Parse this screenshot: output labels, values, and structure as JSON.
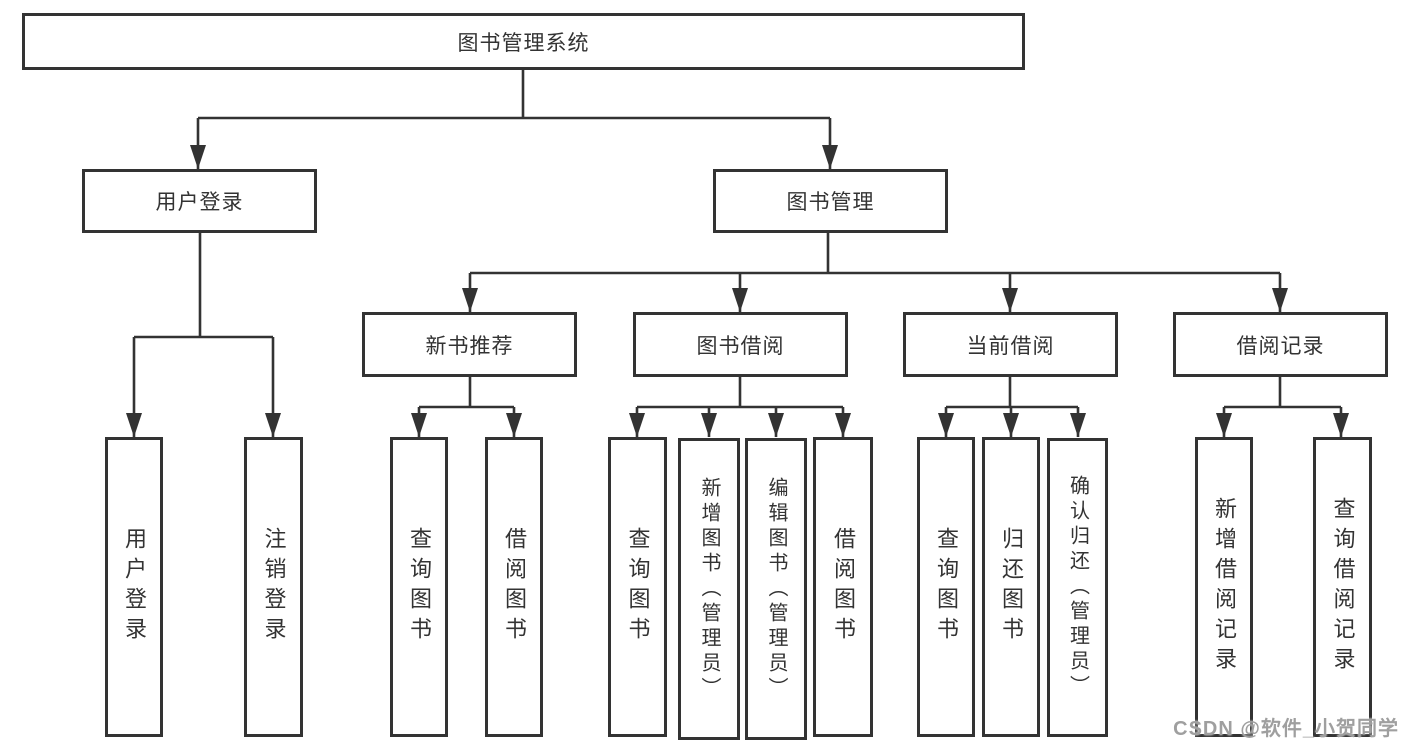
{
  "diagram": {
    "type": "tree-structure-chart",
    "nodes": {
      "root": {
        "label": "图书管理系统"
      },
      "user_login": {
        "label": "用户登录"
      },
      "book_management": {
        "label": "图书管理"
      },
      "new_book_recommend": {
        "label": "新书推荐"
      },
      "book_borrowing": {
        "label": "图书借阅"
      },
      "current_borrowing": {
        "label": "当前借阅"
      },
      "borrowing_records": {
        "label": "借阅记录"
      },
      "leaf_user_login": {
        "label": "用户登录"
      },
      "leaf_logout_login": {
        "label": "注销登录"
      },
      "leaf_query_books_recommend": {
        "label": "查询图书"
      },
      "leaf_borrow_books_recommend": {
        "label": "借阅图书"
      },
      "leaf_query_books_borrowing": {
        "label": "查询图书"
      },
      "leaf_add_books_admin": {
        "label": "新增图书（管理员）"
      },
      "leaf_edit_books_admin": {
        "label": "编辑图书（管理员）"
      },
      "leaf_borrow_books_borrowing": {
        "label": "借阅图书"
      },
      "leaf_query_books_current": {
        "label": "查询图书"
      },
      "leaf_return_books": {
        "label": "归还图书"
      },
      "leaf_confirm_return_admin": {
        "label": "确认归还（管理员）"
      },
      "leaf_add_borrow_record": {
        "label": "新增借阅记录"
      },
      "leaf_query_borrow_record": {
        "label": "查询借阅记录"
      }
    },
    "hierarchy": {
      "root": [
        "user_login",
        "book_management"
      ],
      "user_login": [
        "leaf_user_login",
        "leaf_logout_login"
      ],
      "book_management": [
        "new_book_recommend",
        "book_borrowing",
        "current_borrowing",
        "borrowing_records"
      ],
      "new_book_recommend": [
        "leaf_query_books_recommend",
        "leaf_borrow_books_recommend"
      ],
      "book_borrowing": [
        "leaf_query_books_borrowing",
        "leaf_add_books_admin",
        "leaf_edit_books_admin",
        "leaf_borrow_books_borrowing"
      ],
      "current_borrowing": [
        "leaf_query_books_current",
        "leaf_return_books",
        "leaf_confirm_return_admin"
      ],
      "borrowing_records": [
        "leaf_add_borrow_record",
        "leaf_query_borrow_record"
      ]
    },
    "colors": {
      "line": "#333333",
      "box_border": "#333333",
      "box_background": "#ffffff",
      "page_background": "#ffffff",
      "watermark_text": "#9f9f9f"
    },
    "watermark": "CSDN @软件_小贺同学"
  }
}
